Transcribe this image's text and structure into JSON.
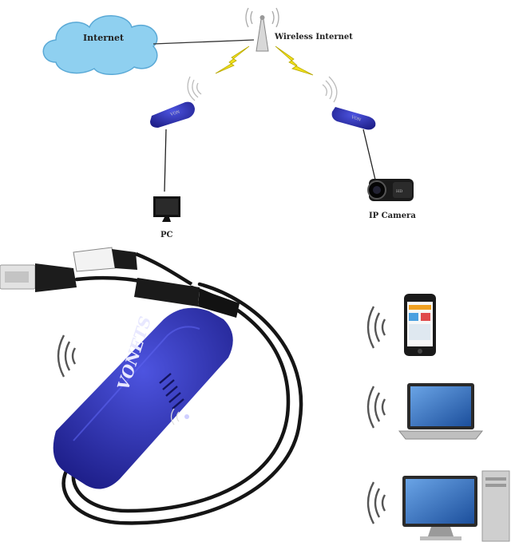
{
  "diagram": {
    "cloud_label": "Internet",
    "tower_label": "Wireless Internet",
    "pc_label": "PC",
    "camera_label": "IP Camera"
  },
  "device": {
    "brand": "VONETS"
  },
  "colors": {
    "adapter_blue": "#2c2fb8",
    "cloud_blue": "#8fd0f0",
    "lightning_yellow": "#f2e21c"
  },
  "icons": [
    "cloud-icon",
    "antenna-tower-icon",
    "lightning-icon",
    "wifi-waves-icon",
    "monitor-icon",
    "camcorder-icon",
    "usb-plug-icon",
    "rj45-plug-icon",
    "smartphone-icon",
    "laptop-icon",
    "desktop-computer-icon"
  ]
}
